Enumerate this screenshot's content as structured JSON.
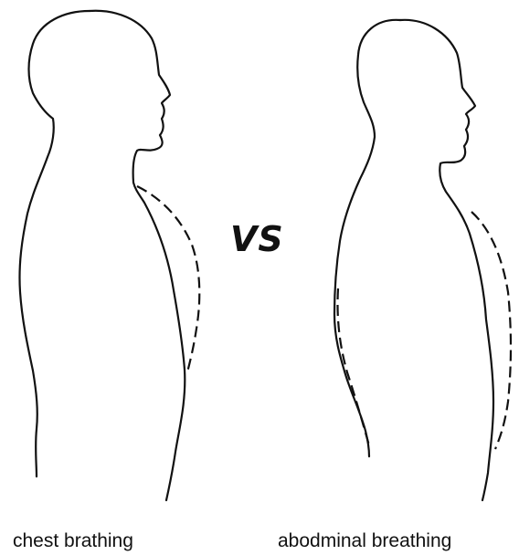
{
  "comparison": {
    "separator": "VS"
  },
  "figures": [
    {
      "caption": "chest brathing",
      "dashed_region": "chest"
    },
    {
      "caption": "abodminal breathing",
      "dashed_region": "chest and abdomen"
    }
  ],
  "colors": {
    "line": "#111111",
    "background": "#ffffff"
  }
}
